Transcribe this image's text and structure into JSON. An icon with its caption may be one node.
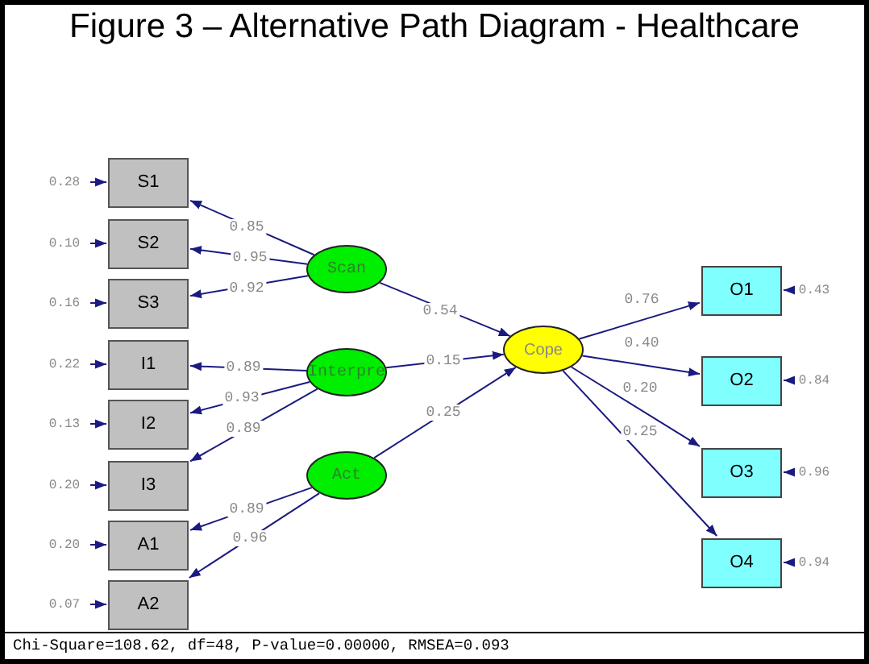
{
  "diagram": {
    "title": "Figure 3 – Alternative Path Diagram - Healthcare",
    "nodes": [
      {
        "text": [
          "S1"
        ]
      },
      {
        "text": [
          "S2"
        ]
      },
      {
        "text": [
          "S3"
        ]
      },
      {
        "text": [
          "I1"
        ]
      },
      {
        "text": [
          "I2"
        ]
      },
      {
        "text": [
          "I3"
        ]
      },
      {
        "text": [
          "A1"
        ]
      },
      {
        "text": [
          "A2"
        ]
      },
      {
        "text": [
          "Scan"
        ]
      },
      {
        "text": [
          "Interpre"
        ]
      },
      {
        "text": [
          "Act"
        ]
      },
      {
        "text": [
          "Cope"
        ]
      },
      {
        "text": [
          "O1"
        ]
      },
      {
        "text": [
          "O2"
        ]
      },
      {
        "text": [
          "O3"
        ]
      },
      {
        "text": [
          "O4"
        ]
      },
      {
        "text": [
          "0.28"
        ]
      },
      {
        "text": [
          "0.10"
        ]
      },
      {
        "text": [
          "0.16"
        ]
      },
      {
        "text": [
          "0.22"
        ]
      },
      {
        "text": [
          "0.13"
        ]
      },
      {
        "text": [
          "0.20"
        ]
      },
      {
        "text": [
          "0.20"
        ]
      },
      {
        "text": [
          "0.07"
        ]
      },
      {
        "text": [
          "0.43"
        ]
      },
      {
        "text": [
          "0.84"
        ]
      },
      {
        "text": [
          "0.96"
        ]
      },
      {
        "text": [
          "0.94"
        ]
      }
    ],
    "edges": [
      {
        "from": 8,
        "to": 0,
        "arrow": "to",
        "label": "0.85"
      },
      {
        "from": 8,
        "to": 1,
        "arrow": "to",
        "label": "0.95"
      },
      {
        "from": 8,
        "to": 2,
        "arrow": "to",
        "label": "0.92"
      },
      {
        "from": 9,
        "to": 3,
        "arrow": "to",
        "label": "0.89"
      },
      {
        "from": 9,
        "to": 4,
        "arrow": "to",
        "label": "0.93"
      },
      {
        "from": 9,
        "to": 5,
        "arrow": "to",
        "label": "0.89"
      },
      {
        "from": 10,
        "to": 6,
        "arrow": "to",
        "label": "0.89"
      },
      {
        "from": 10,
        "to": 7,
        "arrow": "to",
        "label": "0.96"
      },
      {
        "from": 8,
        "to": 11,
        "arrow": "to",
        "label": "0.54"
      },
      {
        "from": 9,
        "to": 11,
        "arrow": "to",
        "label": "0.15"
      },
      {
        "from": 10,
        "to": 11,
        "arrow": "to",
        "label": "0.25"
      },
      {
        "from": 11,
        "to": 12,
        "arrow": "to",
        "label": "0.76"
      },
      {
        "from": 11,
        "to": 13,
        "arrow": "to",
        "label": "0.40"
      },
      {
        "from": 11,
        "to": 14,
        "arrow": "to",
        "label": "0.20"
      },
      {
        "from": 11,
        "to": 15,
        "arrow": "to",
        "label": "0.25"
      },
      {
        "from": 16,
        "to": 0,
        "arrow": "to"
      },
      {
        "from": 17,
        "to": 1,
        "arrow": "to"
      },
      {
        "from": 18,
        "to": 2,
        "arrow": "to"
      },
      {
        "from": 19,
        "to": 3,
        "arrow": "to"
      },
      {
        "from": 20,
        "to": 4,
        "arrow": "to"
      },
      {
        "from": 21,
        "to": 5,
        "arrow": "to"
      },
      {
        "from": 22,
        "to": 6,
        "arrow": "to"
      },
      {
        "from": 23,
        "to": 7,
        "arrow": "to"
      },
      {
        "from": 24,
        "to": 12,
        "arrow": "to"
      },
      {
        "from": 25,
        "to": 13,
        "arrow": "to"
      },
      {
        "from": 26,
        "to": 14,
        "arrow": "to"
      },
      {
        "from": 27,
        "to": 15,
        "arrow": "to"
      }
    ],
    "labels": [
      "Chi-Square=108.62, df=48, P-value=0.00000, RMSEA=0.093"
    ]
  }
}
